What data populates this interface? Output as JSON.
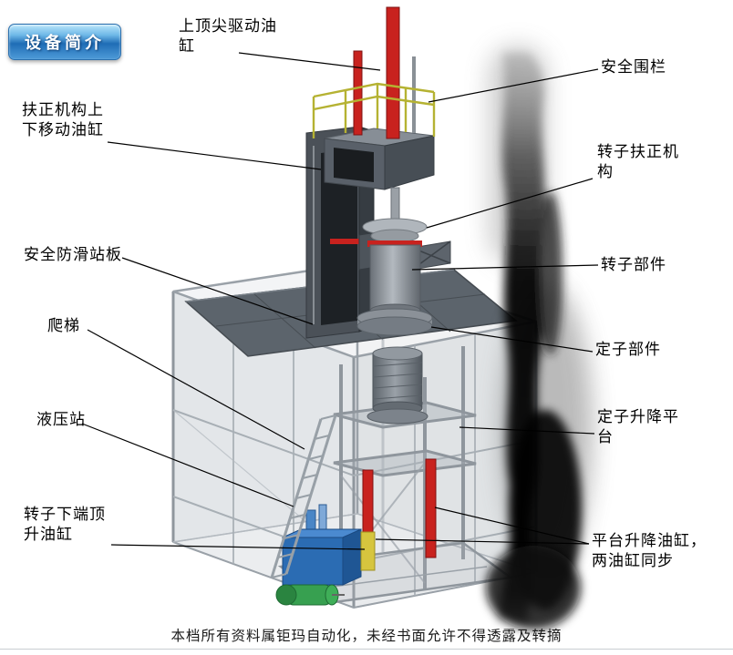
{
  "badge": {
    "label": "设备简介"
  },
  "diagram_labels": {
    "top_drive_cylinder": "上顶尖驱动油\n缸",
    "safety_fence": "安全围栏",
    "centering_updown_cylinder": "扶正机构上\n下移动油缸",
    "rotor_centering_mechanism": "转子扶正机\n构",
    "antislip_plate": "安全防滑站板",
    "rotor_part": "转子部件",
    "ladder": "爬梯",
    "stator_part": "定子部件",
    "hydraulic_station": "液压站",
    "stator_lift_platform": "定子升降平\n台",
    "rotor_bottom_jack_cylinder": "转子下端顶\n升油缸",
    "platform_lift_cylinders": "平台升降油缸，\n两油缸同步"
  },
  "footer": {
    "text": "本档所有资料属钜玛自动化，未经书面允许不得透露及转摘"
  },
  "colors": {
    "cylinder_red": "#c8221e",
    "railing_yellow": "#b5b232",
    "hydraulic_blue": "#2b6cb3",
    "motor_green": "#37a050",
    "frame_gray": "#9aa1a8",
    "platform_dark_gray": "#5c646c"
  }
}
